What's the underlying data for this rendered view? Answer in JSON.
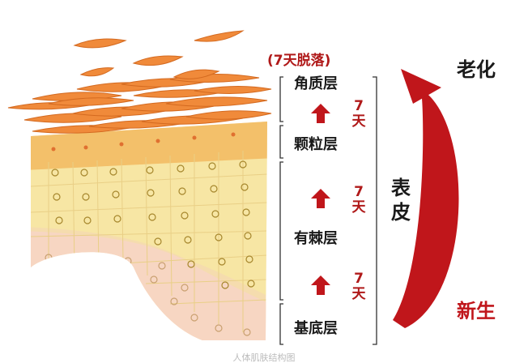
{
  "title": "(7天脱落)",
  "layers": [
    {
      "name": "角质层"
    },
    {
      "name": "颗粒层"
    },
    {
      "name": "有棘层"
    },
    {
      "name": "基底层"
    }
  ],
  "transition_labels": [
    {
      "number": "7",
      "unit": "天"
    },
    {
      "number": "7",
      "unit": "天"
    },
    {
      "number": "7",
      "unit": "天"
    }
  ],
  "epidermis_label": {
    "line1": "表",
    "line2": "皮"
  },
  "cycle": {
    "top_label": "老化",
    "bottom_label": "新生"
  },
  "caption": "人体肌肤结构图",
  "colors": {
    "accent": "#c0161b",
    "text": "#1a1a1a",
    "cells_outer": "#f08a3a",
    "cells_inner": "#f7e3a0"
  }
}
